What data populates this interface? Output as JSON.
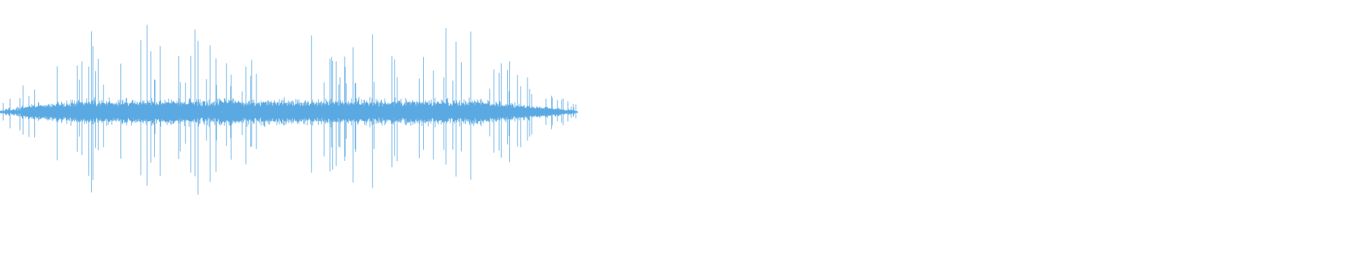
{
  "waveform": {
    "color": "#5aa9e2",
    "background": "#ffffff",
    "envelope": {
      "active_fraction": 0.43,
      "baseline_fraction": 0.4,
      "peak_amplitude": 0.33,
      "trail_amplitude": 0.01
    }
  }
}
